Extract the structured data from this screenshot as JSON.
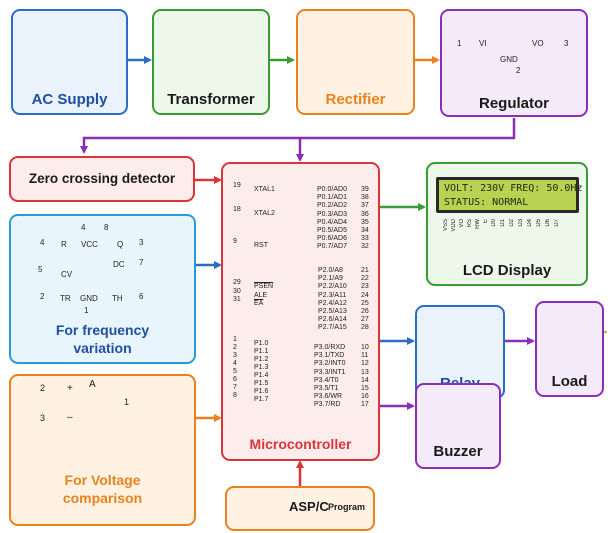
{
  "blocks": {
    "ac_supply": "AC Supply",
    "transformer": "Transformer",
    "rectifier": "Rectifier",
    "regulator": "Regulator",
    "zero_crossing": "Zero crossing detector",
    "frequency": "For frequency variation",
    "frequency_line1": "For frequency",
    "frequency_line2": "variation",
    "voltage_line1": "For Voltage",
    "voltage_line2": "comparison",
    "microcontroller": "Microcontroller",
    "lcd_display": "LCD Display",
    "relay": "Relay",
    "load": "Load",
    "buzzer": "Buzzer",
    "program_main": "ASP/C",
    "program_sub": "Program"
  },
  "regulator_pins": {
    "vi": "VI",
    "vo": "VO",
    "gnd": "GND",
    "pin1": "1",
    "pin3": "3",
    "pin2": "2"
  },
  "timer_pins": {
    "r": "R",
    "vcc": "VCC",
    "q": "Q",
    "dc": "DC",
    "cv": "CV",
    "tr": "TR",
    "gnd": "GND",
    "th": "TH",
    "n4": "4",
    "n8": "8",
    "n4b": "4",
    "n3": "3",
    "n7": "7",
    "n5": "5",
    "n2": "2",
    "n1": "1",
    "n6": "6"
  },
  "opamp": {
    "name": "A",
    "plus": "+",
    "minus": "–",
    "in2": "2",
    "in3": "3",
    "out1": "1"
  },
  "lcd": {
    "line1": "VOLT: 230V  FREQ: 50.0Hz",
    "line2": "STATUS: NORMAL",
    "pins": [
      "VSS",
      "VDD",
      "VO",
      "RS",
      "RW",
      "E",
      "D0",
      "D1",
      "D2",
      "D3",
      "D4",
      "D5",
      "D6",
      "D7"
    ]
  },
  "mcu": {
    "left": [
      {
        "num": "19",
        "name": "XTAL1"
      },
      {
        "num": "18",
        "name": "XTAL2"
      },
      {
        "num": "9",
        "name": "RST"
      },
      {
        "num": "29",
        "name": "PSEN"
      },
      {
        "num": "30",
        "name": "ALE"
      },
      {
        "num": "31",
        "name": "EA"
      },
      {
        "num": "1",
        "name": "P1.0"
      },
      {
        "num": "2",
        "name": "P1.1"
      },
      {
        "num": "3",
        "name": "P1.2"
      },
      {
        "num": "4",
        "name": "P1.3"
      },
      {
        "num": "5",
        "name": "P1.4"
      },
      {
        "num": "6",
        "name": "P1.5"
      },
      {
        "num": "7",
        "name": "P1.6"
      },
      {
        "num": "8",
        "name": "P1.7"
      }
    ],
    "p0": [
      {
        "name": "P0.0/AD0",
        "num": "39"
      },
      {
        "name": "P0.1/AD1",
        "num": "38"
      },
      {
        "name": "P0.2/AD2",
        "num": "37"
      },
      {
        "name": "P0.3/AD3",
        "num": "36"
      },
      {
        "name": "P0.4/AD4",
        "num": "35"
      },
      {
        "name": "P0.5/AD5",
        "num": "34"
      },
      {
        "name": "P0.6/AD6",
        "num": "33"
      },
      {
        "name": "P0.7/AD7",
        "num": "32"
      }
    ],
    "p2": [
      {
        "name": "P2.0/A8",
        "num": "21"
      },
      {
        "name": "P2.1/A9",
        "num": "22"
      },
      {
        "name": "P2.2/A10",
        "num": "23"
      },
      {
        "name": "P2.3/A11",
        "num": "24"
      },
      {
        "name": "P2.4/A12",
        "num": "25"
      },
      {
        "name": "P2.5/A13",
        "num": "26"
      },
      {
        "name": "P2.6/A14",
        "num": "27"
      },
      {
        "name": "P2.7/A15",
        "num": "28"
      }
    ],
    "p3": [
      {
        "name": "P3.0/RXD",
        "num": "10"
      },
      {
        "name": "P3.1/TXD",
        "num": "11"
      },
      {
        "name": "P3.2/INT0",
        "num": "12"
      },
      {
        "name": "P3.3/INT1",
        "num": "13"
      },
      {
        "name": "P3.4/T0",
        "num": "14"
      },
      {
        "name": "P3.5/T1",
        "num": "15"
      },
      {
        "name": "P3.6/WR",
        "num": "16"
      },
      {
        "name": "P3.7/RD",
        "num": "17"
      }
    ]
  },
  "colors": {
    "blue": "#2b6cc4",
    "green": "#3a9a34",
    "orange": "#e8821e",
    "purple": "#8a2fb5",
    "red": "#d9343a",
    "lcd_screen": "#b9d252"
  }
}
